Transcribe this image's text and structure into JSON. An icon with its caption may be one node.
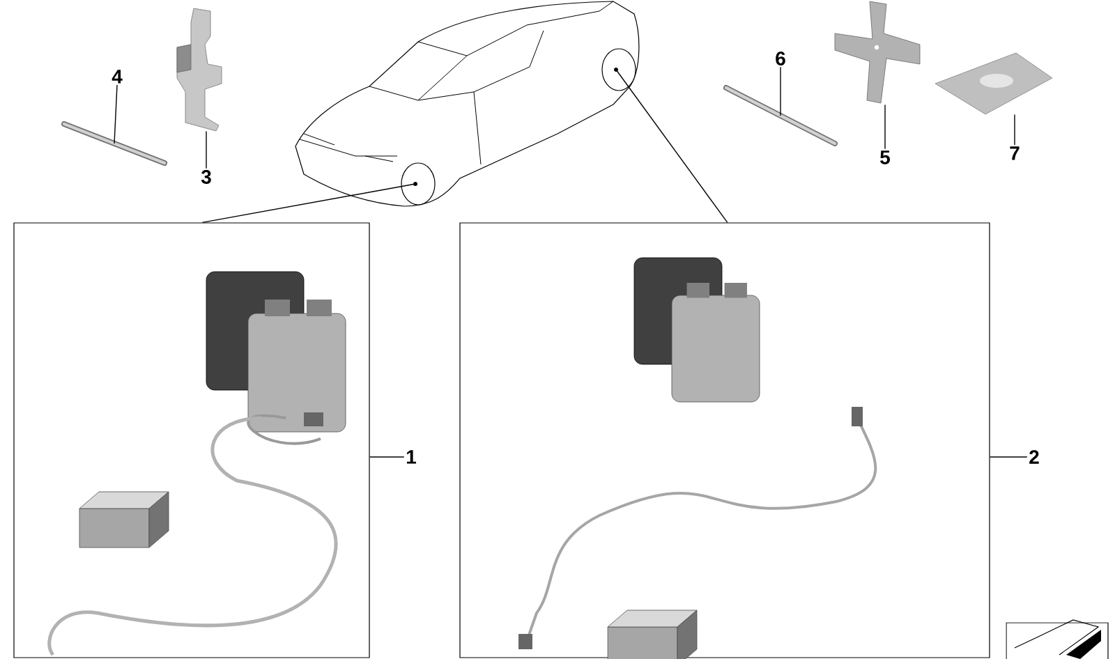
{
  "diagram": {
    "nodes": [
      {
        "text": [
          "4"
        ]
      },
      {
        "text": [],
        "shape": "picture"
      },
      {
        "text": [
          "3"
        ]
      },
      {
        "text": [],
        "shape": "picture"
      },
      {
        "text": [],
        "shape": "picture"
      },
      {
        "text": [],
        "shape": "circle",
        "in": 4
      },
      {
        "text": [],
        "shape": "circle",
        "in": 4
      },
      {
        "text": [
          "6"
        ]
      },
      {
        "text": [],
        "shape": "picture"
      },
      {
        "text": [
          "5"
        ]
      },
      {
        "text": [],
        "shape": "picture"
      },
      {
        "text": [
          "7"
        ]
      },
      {
        "text": [],
        "shape": "picture"
      },
      {
        "text": [],
        "shape": "box"
      },
      {
        "text": [],
        "shape": "box"
      },
      {
        "text": [
          "1"
        ]
      },
      {
        "text": [
          "2"
        ]
      }
    ],
    "edges": [
      {
        "from": 0,
        "to": 1,
        "arrow": "none"
      },
      {
        "from": 2,
        "to": 3,
        "arrow": "none"
      },
      {
        "from": 7,
        "to": 8,
        "arrow": "none"
      },
      {
        "from": 9,
        "to": 10,
        "arrow": "none"
      },
      {
        "from": 11,
        "to": 12,
        "arrow": "none"
      },
      {
        "from": 5,
        "to": 13,
        "arrow": "none"
      },
      {
        "from": 6,
        "to": 14,
        "arrow": "none"
      },
      {
        "from": 15,
        "to": 13,
        "arrow": "none"
      },
      {
        "from": 16,
        "to": 14,
        "arrow": "none"
      }
    ]
  }
}
